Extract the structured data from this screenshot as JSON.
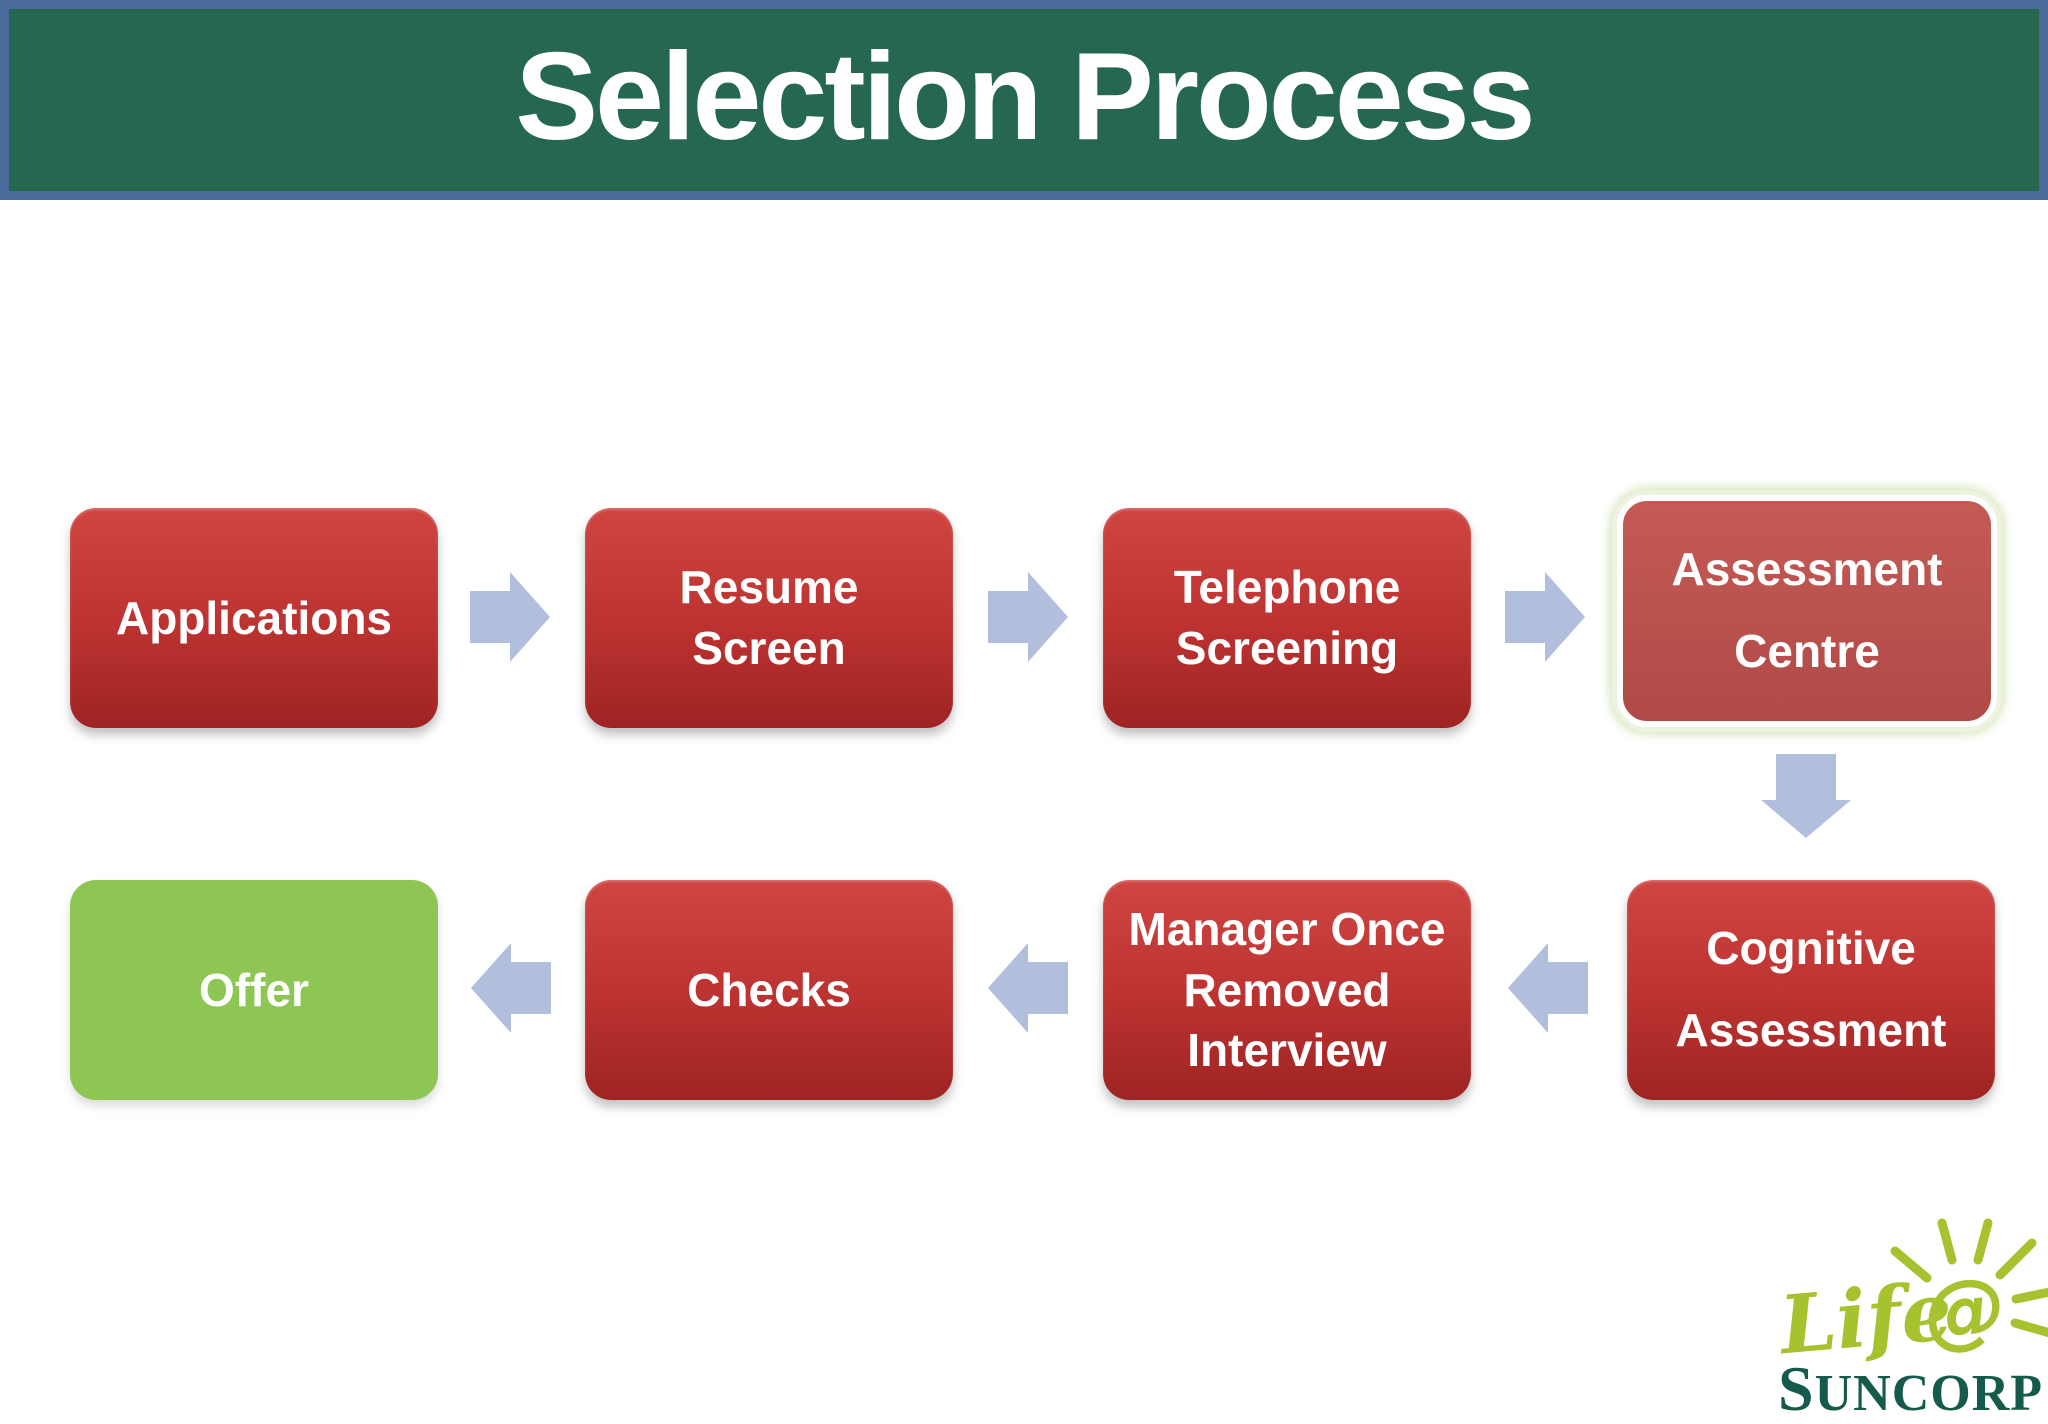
{
  "banner": {
    "title": "Selection Process"
  },
  "flow": {
    "steps": [
      {
        "id": "applications",
        "lines": [
          "Applications"
        ]
      },
      {
        "id": "resume-screen",
        "lines": [
          "Resume",
          "Screen"
        ]
      },
      {
        "id": "telephone-screening",
        "lines": [
          "Telephone",
          "Screening"
        ]
      },
      {
        "id": "assessment-centre",
        "lines": [
          "Assessment",
          "Centre"
        ],
        "highlighted": true
      },
      {
        "id": "cognitive-assessment",
        "lines": [
          "Cognitive",
          "Assessment"
        ]
      },
      {
        "id": "manager-once-removed-interview",
        "lines": [
          "Manager Once",
          "Removed",
          "Interview"
        ]
      },
      {
        "id": "checks",
        "lines": [
          "Checks"
        ]
      },
      {
        "id": "offer",
        "lines": [
          "Offer"
        ],
        "final_step": true
      }
    ]
  },
  "logo": {
    "script": "Life",
    "at": "@",
    "company": "SUNCORP"
  },
  "colors": {
    "banner_green": "#26684F",
    "banner_border_blue": "#4A6B9A",
    "step_red_top": "#CF4542",
    "step_red_bottom": "#9E2423",
    "highlight_fill": "#BE5551",
    "highlight_ring": "#EDF3E0",
    "highlight_border": "#FFFFFF",
    "offer_green": "#8DC653",
    "arrow_blue": "#B2BFDC",
    "logo_lime": "#A6C22E",
    "logo_dark_green": "#155A4B"
  }
}
